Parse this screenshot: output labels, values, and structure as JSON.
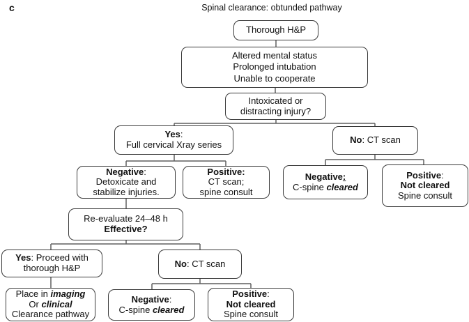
{
  "figure_label": "c",
  "title": "Spinal clearance: obtunded pathway",
  "colors": {
    "box_border": "#3a3a3a",
    "connector": "#5f5f5f",
    "text": "#111111",
    "background": "#ffffff"
  },
  "nodes": {
    "thorough_hp": {
      "lines": [
        [
          "Thorough H&P"
        ]
      ]
    },
    "indications": {
      "lines": [
        [
          "Altered mental status"
        ],
        [
          "Prolonged intubation"
        ],
        [
          "Unable to cooperate"
        ]
      ]
    },
    "intoxicated": {
      "lines": [
        [
          "Intoxicated or"
        ],
        [
          "distracting injury?"
        ]
      ]
    },
    "yes_xray": {
      "lines": [
        [
          "Yes",
          ":"
        ],
        [
          "Full cervical Xray series"
        ]
      ]
    },
    "no_ct": {
      "lines": [
        [
          "No",
          ": CT scan"
        ]
      ]
    },
    "negative_detox": {
      "lines": [
        [
          "Negative",
          ":"
        ],
        [
          "Detoxicate and"
        ],
        [
          "stabilize injuries."
        ]
      ]
    },
    "positive_ct": {
      "lines": [
        [
          "Positive:"
        ],
        [
          "CT scan;"
        ],
        [
          "spine consult"
        ]
      ]
    },
    "negative_cleared_right": {
      "lines": [
        [
          "Negative",
          ":"
        ],
        [
          "C-spine ",
          "cleared"
        ]
      ]
    },
    "positive_notcleared_right": {
      "lines": [
        [
          "Positive",
          ":"
        ],
        [
          "Not cleared"
        ],
        [
          "Spine consult"
        ]
      ]
    },
    "reevaluate": {
      "lines": [
        [
          "Re-evaluate 24–48 h"
        ],
        [
          "Effective?"
        ]
      ]
    },
    "yes_proceed": {
      "lines": [
        [
          "Yes",
          ": Proceed with"
        ],
        [
          "thorough H&P"
        ]
      ]
    },
    "no_ct_2": {
      "lines": [
        [
          "No",
          ": CT scan"
        ]
      ]
    },
    "place_in": {
      "lines": [
        [
          "Place in ",
          "imaging"
        ],
        [
          "Or ",
          "clinical"
        ],
        [
          "Clearance pathway"
        ]
      ]
    },
    "negative_cleared_bottom": {
      "lines": [
        [
          "Negative",
          ":"
        ],
        [
          "C-spine ",
          "cleared"
        ]
      ]
    },
    "positive_notcleared_bottom": {
      "lines": [
        [
          "Positive",
          ":"
        ],
        [
          "Not cleared"
        ],
        [
          "Spine consult"
        ]
      ]
    }
  }
}
